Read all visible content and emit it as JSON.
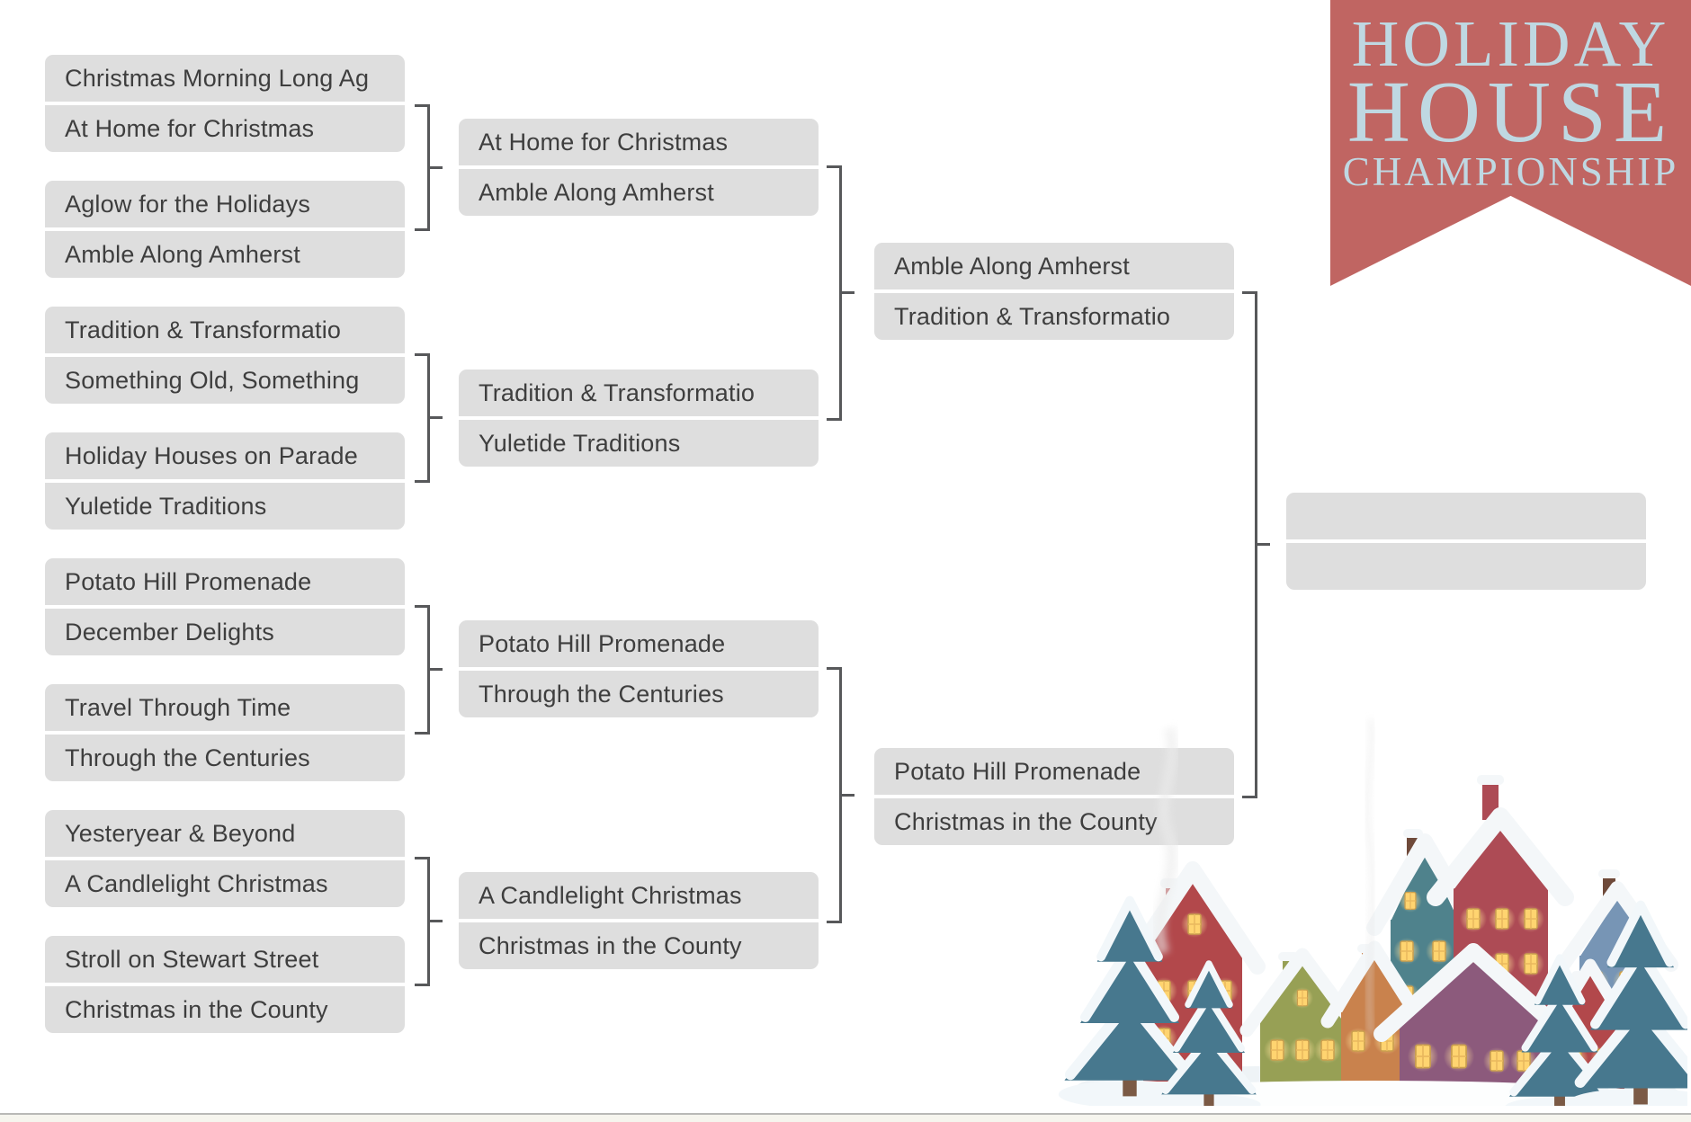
{
  "banner": {
    "lines": [
      "HOLIDAY",
      "HOUSE",
      "CHAMPIONSHIP"
    ]
  },
  "bracket": {
    "round1": [
      {
        "slots": [
          "Christmas Morning Long Ag",
          "At Home for Christmas"
        ]
      },
      {
        "slots": [
          "Aglow for the Holidays",
          "Amble Along Amherst"
        ]
      },
      {
        "slots": [
          "Tradition & Transformatio",
          "Something Old, Something"
        ]
      },
      {
        "slots": [
          "Holiday Houses on Parade",
          "Yuletide Traditions"
        ]
      },
      {
        "slots": [
          "Potato Hill Promenade",
          "December Delights"
        ]
      },
      {
        "slots": [
          "Travel Through Time",
          "Through the Centuries"
        ]
      },
      {
        "slots": [
          "Yesteryear & Beyond",
          "A Candlelight Christmas"
        ]
      },
      {
        "slots": [
          "Stroll on Stewart Street",
          "Christmas in the County"
        ]
      }
    ],
    "round2": [
      {
        "slots": [
          "At Home for Christmas",
          "Amble Along Amherst"
        ]
      },
      {
        "slots": [
          "Tradition & Transformatio",
          "Yuletide Traditions"
        ]
      },
      {
        "slots": [
          "Potato Hill Promenade",
          "Through the Centuries"
        ]
      },
      {
        "slots": [
          "A Candlelight Christmas",
          "Christmas in the County"
        ]
      }
    ],
    "round3": [
      {
        "slots": [
          "Amble Along Amherst",
          "Tradition & Transformatio"
        ]
      },
      {
        "slots": [
          "Potato Hill Promenade",
          "Christmas in the County"
        ]
      }
    ],
    "final": [
      {
        "slots": [
          "",
          ""
        ]
      }
    ]
  },
  "colors": {
    "slot_bg": "#dedede",
    "slot_text": "#3e3e3e",
    "connector": "#57585a",
    "banner_bg": "#c06562",
    "banner_text": "#bfd8e2",
    "page_bg": "#ffffff",
    "bottom_edge_bg": "#f6f5ee",
    "bottom_edge_line": "#b9b9b7"
  },
  "icons": {
    "banner_shape": "swallowtail-ribbon",
    "illustration": "snowy-village-with-pine-trees"
  }
}
